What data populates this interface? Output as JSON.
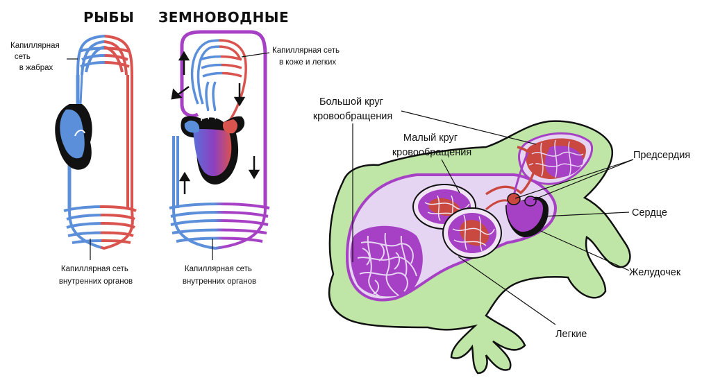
{
  "titles": {
    "fish": "РЫБЫ",
    "amphibians": "ЗЕМНОВОДНЫЕ"
  },
  "fish": {
    "gills_label_lines": [
      "Капиллярная",
      "сеть",
      "в жабрах"
    ],
    "organs_label_lines": [
      "Капиллярная сеть",
      "внутренних органов"
    ]
  },
  "amphibian": {
    "skin_label_lines": [
      "Капиллярная сеть",
      "в коже и легких"
    ],
    "organs_label_lines": [
      "Капиллярная сеть",
      "внутренних органов"
    ]
  },
  "frog": {
    "systemic_label_lines": [
      "Большой круг",
      "кровообращения"
    ],
    "pulmonary_label_lines": [
      "Малый круг",
      "кровообращения"
    ],
    "atria_label": "Предсердия",
    "heart_label": "Сердце",
    "ventricle_label": "Желудочек",
    "lungs_label": "Легкие"
  },
  "colors": {
    "venous_blue": "#5b8fd9",
    "arterial_red": "#d9534f",
    "mixed_purple": "#a640c4",
    "frog_green": "#bfe6a6",
    "outline": "#111111"
  }
}
